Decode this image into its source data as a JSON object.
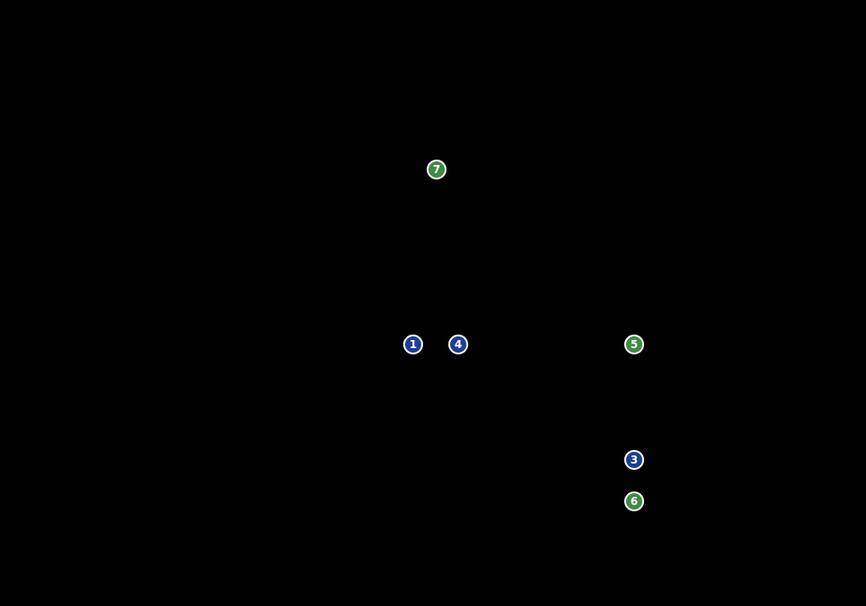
{
  "colors": {
    "background": "#000000",
    "blue": "#1c3f94",
    "green": "#3f8a45",
    "border": "#ffffff"
  },
  "markers": [
    {
      "label": "1",
      "color": "blue"
    },
    {
      "label": "3",
      "color": "blue"
    },
    {
      "label": "4",
      "color": "blue"
    },
    {
      "label": "5",
      "color": "green"
    },
    {
      "label": "6",
      "color": "green"
    },
    {
      "label": "7",
      "color": "green"
    }
  ]
}
